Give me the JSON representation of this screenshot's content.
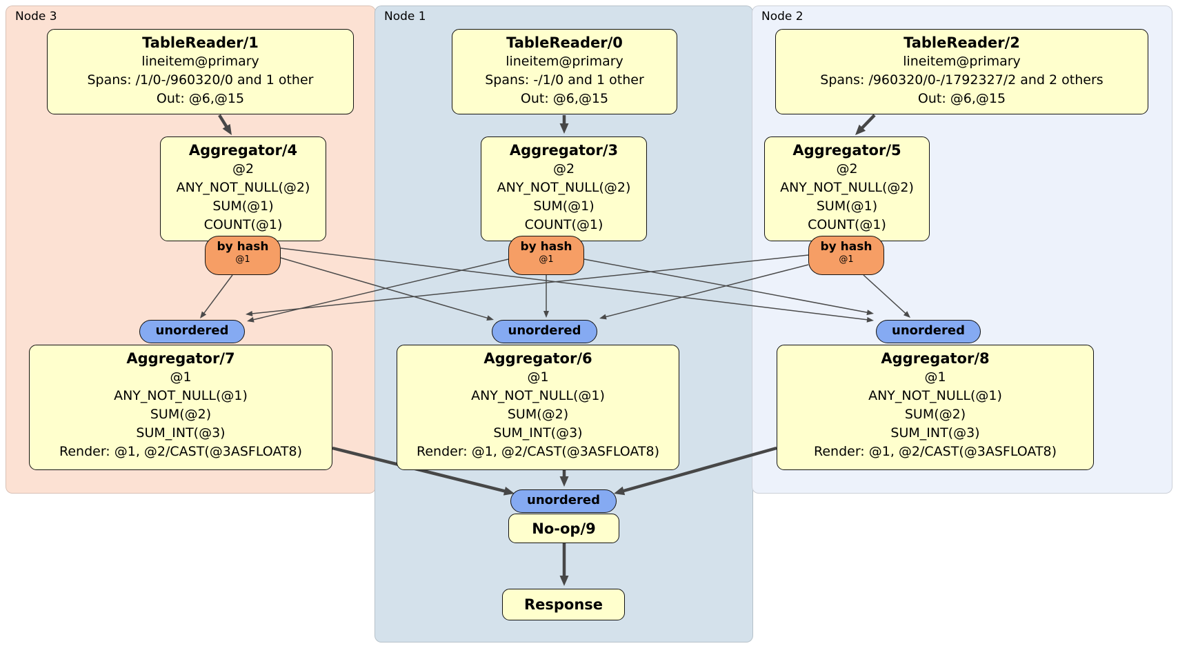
{
  "regions": [
    {
      "label": "Node 3"
    },
    {
      "label": "Node 1"
    },
    {
      "label": "Node 2"
    }
  ],
  "processors": {
    "tr1": {
      "title": "TableReader/1",
      "lines": [
        "lineitem@primary",
        "Spans: /1/0-/960320/0 and 1 other",
        "Out: @6,@15"
      ]
    },
    "tr0": {
      "title": "TableReader/0",
      "lines": [
        "lineitem@primary",
        "Spans: -/1/0 and 1 other",
        "Out: @6,@15"
      ]
    },
    "tr2": {
      "title": "TableReader/2",
      "lines": [
        "lineitem@primary",
        "Spans: /960320/0-/1792327/2 and 2 others",
        "Out: @6,@15"
      ]
    },
    "agg4": {
      "title": "Aggregator/4",
      "lines": [
        "@2",
        "ANY_NOT_NULL(@2)",
        "SUM(@1)",
        "COUNT(@1)"
      ]
    },
    "agg3": {
      "title": "Aggregator/3",
      "lines": [
        "@2",
        "ANY_NOT_NULL(@2)",
        "SUM(@1)",
        "COUNT(@1)"
      ]
    },
    "agg5": {
      "title": "Aggregator/5",
      "lines": [
        "@2",
        "ANY_NOT_NULL(@2)",
        "SUM(@1)",
        "COUNT(@1)"
      ]
    },
    "agg7": {
      "title": "Aggregator/7",
      "lines": [
        "@1",
        "ANY_NOT_NULL(@1)",
        "SUM(@2)",
        "SUM_INT(@3)",
        "Render: @1, @2/CAST(@3ASFLOAT8)"
      ]
    },
    "agg6": {
      "title": "Aggregator/6",
      "lines": [
        "@1",
        "ANY_NOT_NULL(@1)",
        "SUM(@2)",
        "SUM_INT(@3)",
        "Render: @1, @2/CAST(@3ASFLOAT8)"
      ]
    },
    "agg8": {
      "title": "Aggregator/8",
      "lines": [
        "@1",
        "ANY_NOT_NULL(@1)",
        "SUM(@2)",
        "SUM_INT(@3)",
        "Render: @1, @2/CAST(@3ASFLOAT8)"
      ]
    },
    "noop": {
      "title": "No-op/9"
    },
    "response": {
      "title": "Response"
    }
  },
  "routers": {
    "byhash3": {
      "label": "by hash",
      "detail": "@1"
    },
    "byhash1": {
      "label": "by hash",
      "detail": "@1"
    },
    "byhash2": {
      "label": "by hash",
      "detail": "@1"
    },
    "unordered3": {
      "label": "unordered"
    },
    "unordered1": {
      "label": "unordered"
    },
    "unordered2": {
      "label": "unordered"
    },
    "unordered_final": {
      "label": "unordered"
    }
  },
  "edges": [
    {
      "from": "TableReader/1",
      "to": "Aggregator/4",
      "style": "thick"
    },
    {
      "from": "TableReader/0",
      "to": "Aggregator/3",
      "style": "thick"
    },
    {
      "from": "TableReader/2",
      "to": "Aggregator/5",
      "style": "thick"
    },
    {
      "from": "byhash-node3",
      "to": "unordered-node3",
      "style": "thin"
    },
    {
      "from": "byhash-node3",
      "to": "unordered-node1",
      "style": "thin"
    },
    {
      "from": "byhash-node3",
      "to": "unordered-node2",
      "style": "thin"
    },
    {
      "from": "byhash-node1",
      "to": "unordered-node3",
      "style": "thin"
    },
    {
      "from": "byhash-node1",
      "to": "unordered-node1",
      "style": "thin"
    },
    {
      "from": "byhash-node1",
      "to": "unordered-node2",
      "style": "thin"
    },
    {
      "from": "byhash-node2",
      "to": "unordered-node3",
      "style": "thin"
    },
    {
      "from": "byhash-node2",
      "to": "unordered-node1",
      "style": "thin"
    },
    {
      "from": "byhash-node2",
      "to": "unordered-node2",
      "style": "thin"
    },
    {
      "from": "Aggregator/7",
      "to": "unordered-final",
      "style": "thick"
    },
    {
      "from": "Aggregator/6",
      "to": "unordered-final",
      "style": "thick"
    },
    {
      "from": "Aggregator/8",
      "to": "unordered-final",
      "style": "thick"
    },
    {
      "from": "No-op/9",
      "to": "Response",
      "style": "thick"
    }
  ],
  "colors": {
    "node3_bg": "#fce1d3",
    "node1_bg": "#d4e1eb",
    "node2_bg": "#edf2fb",
    "box_fill": "#ffffcd",
    "hash_router_fill": "#f69e65",
    "sync_fill": "#85aaf2",
    "edge_thick": "#474747",
    "edge_thin": "#4a4a4a"
  }
}
